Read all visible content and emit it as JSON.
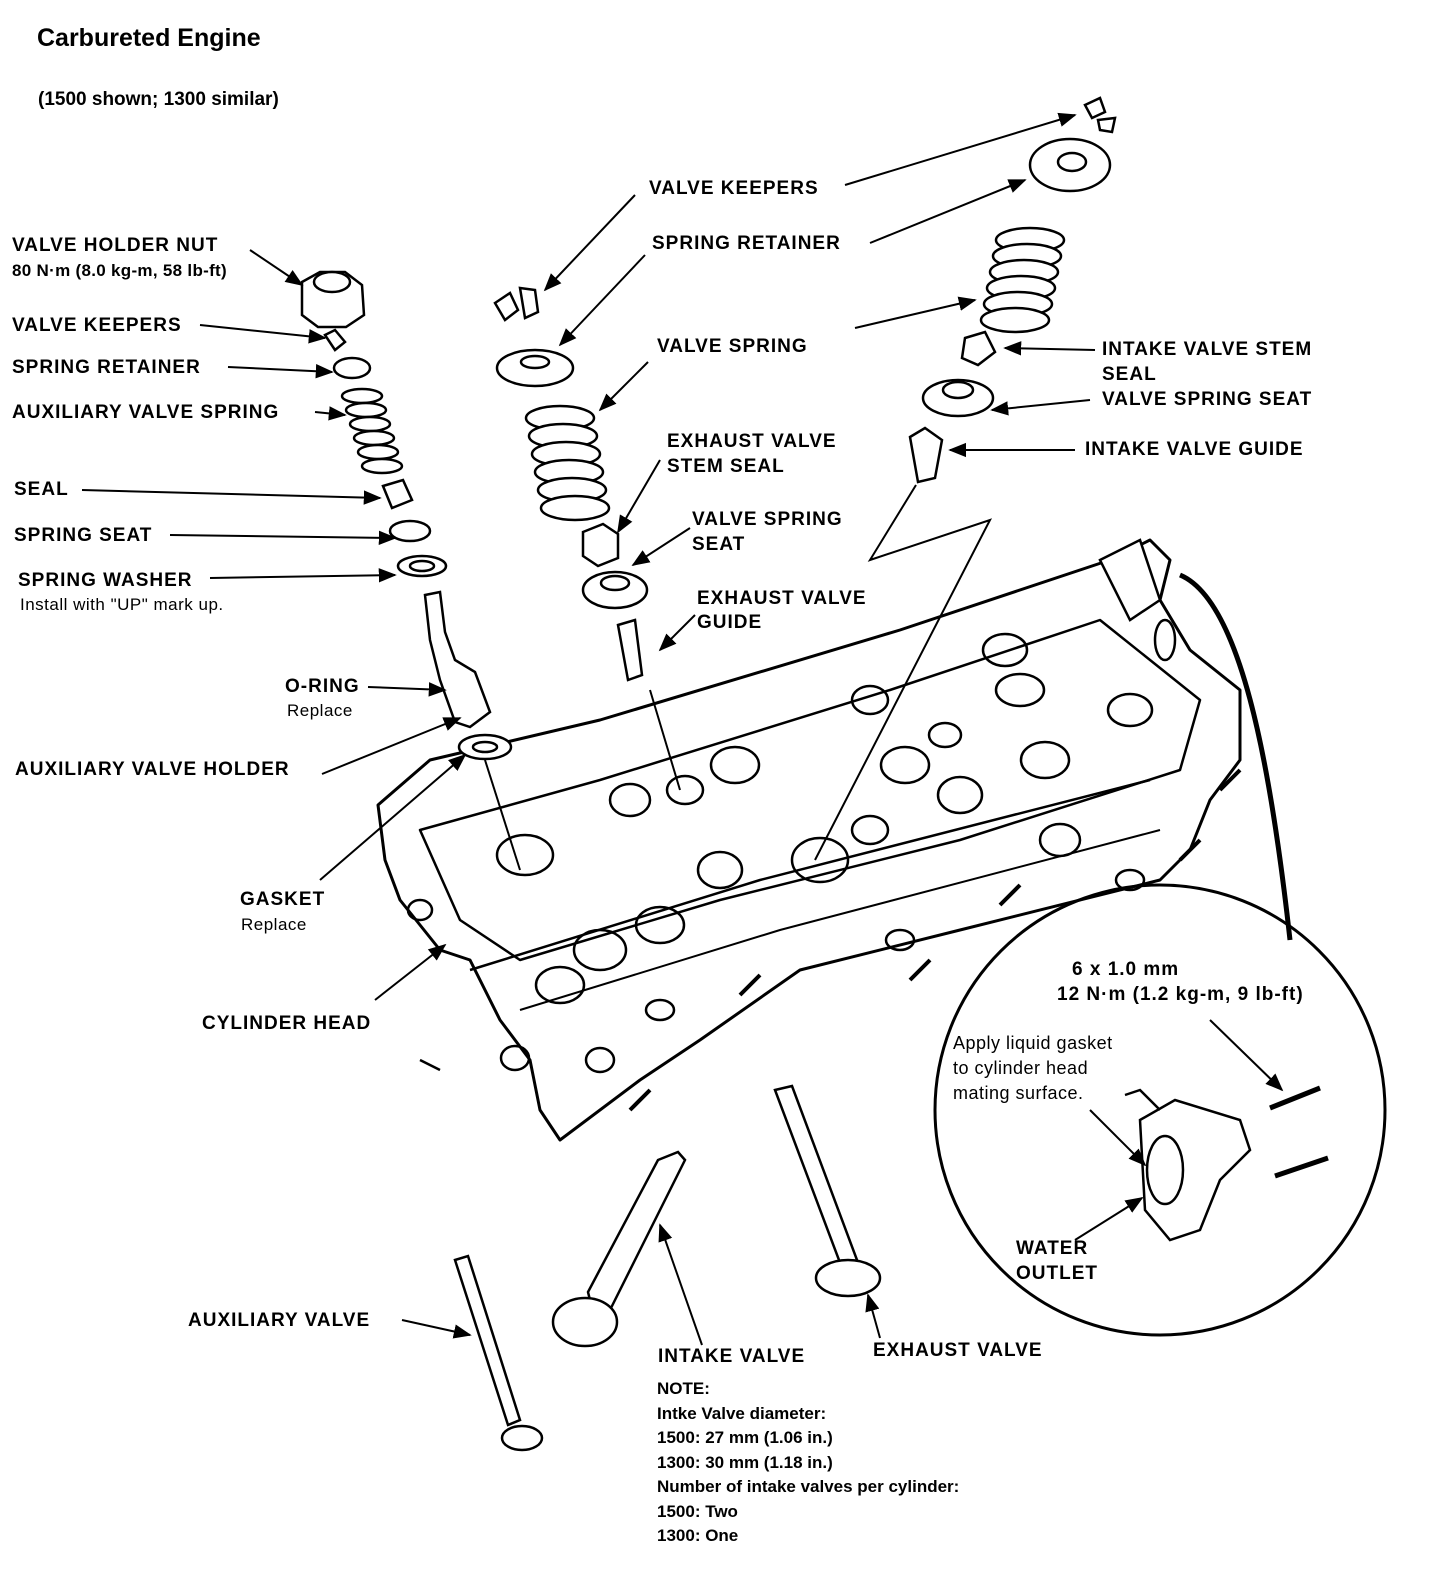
{
  "title": "Carbureted Engine",
  "subtitle": "(1500 shown; 1300 similar)",
  "labels": {
    "valve_holder_nut": "VALVE HOLDER NUT",
    "valve_holder_nut_torque": "80 N·m (8.0 kg-m, 58 lb-ft)",
    "aux_valve_keepers": "VALVE KEEPERS",
    "aux_spring_retainer": "SPRING RETAINER",
    "aux_valve_spring": "AUXILIARY VALVE SPRING",
    "seal": "SEAL",
    "spring_seat": "SPRING SEAT",
    "spring_washer": "SPRING WASHER",
    "spring_washer_note": "Install with \"UP\" mark up.",
    "o_ring": "O-RING",
    "o_ring_note": "Replace",
    "aux_valve_holder": "AUXILIARY VALVE HOLDER",
    "gasket": "GASKET",
    "gasket_note": "Replace",
    "cylinder_head": "CYLINDER HEAD",
    "auxiliary_valve": "AUXILIARY VALVE",
    "valve_keepers": "VALVE KEEPERS",
    "spring_retainer": "SPRING RETAINER",
    "valve_spring": "VALVE SPRING",
    "exhaust_valve_stem_seal_1": "EXHAUST VALVE",
    "exhaust_valve_stem_seal_2": "STEM SEAL",
    "valve_spring_seat_1": "VALVE SPRING",
    "valve_spring_seat_2": "SEAT",
    "exhaust_valve_guide_1": "EXHAUST VALVE",
    "exhaust_valve_guide_2": "GUIDE",
    "intake_valve_stem_seal_1": "INTAKE VALVE STEM",
    "intake_valve_stem_seal_2": "SEAL",
    "intake_valve_spring_seat": "VALVE SPRING SEAT",
    "intake_valve_guide": "INTAKE VALVE GUIDE",
    "intake_valve": "INTAKE VALVE",
    "exhaust_valve": "EXHAUST VALVE",
    "bolt_size": "6 x 1.0 mm",
    "bolt_torque": "12 N·m (1.2 kg-m, 9 lb-ft)",
    "liquid_gasket_1": "Apply liquid gasket",
    "liquid_gasket_2": "to cylinder head",
    "liquid_gasket_3": "mating surface.",
    "water_outlet_1": "WATER",
    "water_outlet_2": "OUTLET"
  },
  "note": {
    "heading": "NOTE:",
    "lines": [
      "Intke Valve diameter:",
      "1500: 27 mm (1.06 in.)",
      "1300: 30 mm (1.18 in.)",
      "Number of intake valves per cylinder:",
      "1500: Two",
      "1300: One"
    ]
  }
}
